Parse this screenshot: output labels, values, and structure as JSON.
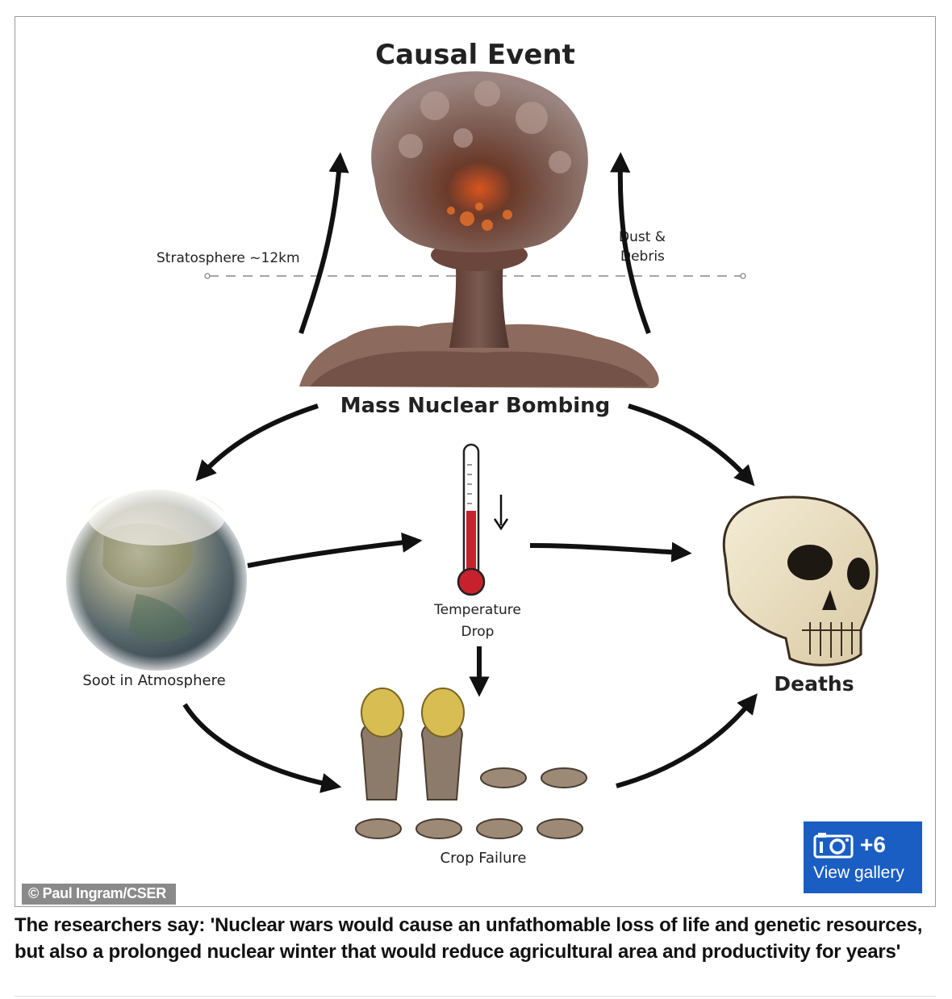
{
  "diagram": {
    "title": "Causal Event",
    "labels": {
      "stratosphere": "Stratosphere ~12km",
      "dust_line1": "Dust &",
      "dust_line2": "Debris",
      "bombing": "Mass Nuclear Bombing",
      "temperature_line1": "Temperature",
      "temperature_line2": "Drop",
      "soot": "Soot in Atmosphere",
      "deaths": "Deaths",
      "crop": "Crop Failure"
    }
  },
  "credit": "© Paul Ingram/CSER",
  "gallery": {
    "count": "+6",
    "label": "View gallery",
    "icon": "camera-icon",
    "color": "#1a5ec4"
  },
  "caption": "The researchers say: 'Nuclear wars would cause an unfathomable loss of life and genetic resources, but also a prolonged nuclear winter that would reduce agricultural area and productivity for years'"
}
